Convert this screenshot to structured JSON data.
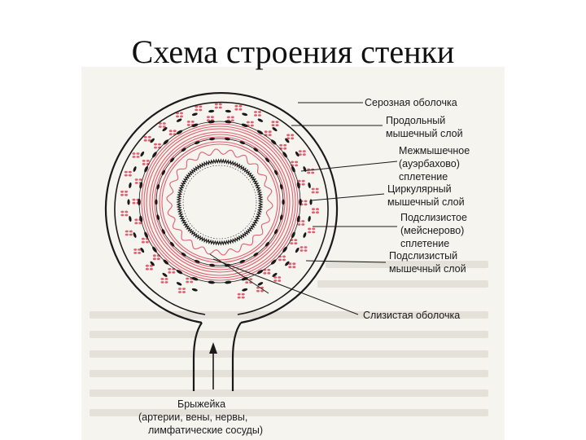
{
  "title": "Схема строения стенки",
  "colors": {
    "accent_red": "#e06070",
    "ink": "#1a1a1a",
    "figure_bg": "#f6f4ef"
  },
  "labels": {
    "serosa": "Серозная оболочка",
    "longitudinal_1": "Продольный",
    "longitudinal_2": "мышечный слой",
    "myenteric_1": "Межмышечное",
    "myenteric_2": "(ауэрбахово)",
    "myenteric_3": "сплетение",
    "circular_1": "Циркулярный",
    "circular_2": "мышечный слой",
    "submucous_plexus_1": "Подслизистое",
    "submucous_plexus_2": "(мейснерово)",
    "submucous_plexus_3": "сплетение",
    "submucous_muscle_1": "Подслизистый",
    "submucous_muscle_2": "мышечный слой",
    "mucosa": "Слизистая оболочка",
    "mesentery_1": "Брыжейка",
    "mesentery_2": "(артерии, вены, нервы,",
    "mesentery_3": "лимфатические сосуды)"
  }
}
